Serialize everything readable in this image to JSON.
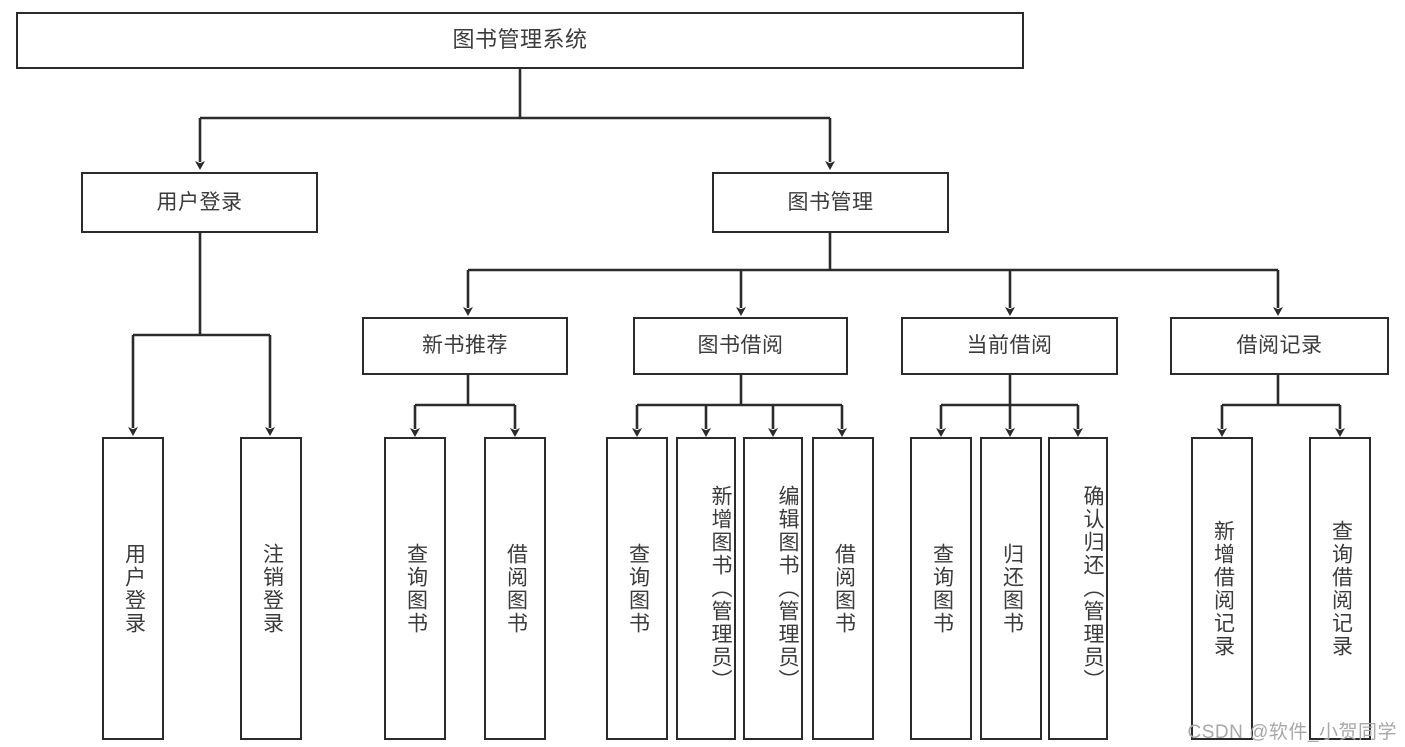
{
  "diagram": {
    "title": "图书管理系统",
    "type": "tree-hierarchy",
    "watermark": "CSDN @软件_小贺同学",
    "colors": {
      "stroke": "#2b2b2b",
      "fill": "#ffffff",
      "text": "#3b3b3b",
      "watermark": "#a8a8a8"
    },
    "levels": {
      "root": {
        "label": "图书管理系统"
      },
      "level2": [
        {
          "id": "user-login",
          "label": "用户登录"
        },
        {
          "id": "book-manage",
          "label": "图书管理"
        }
      ],
      "level3": [
        {
          "id": "new-book-recommend",
          "label": "新书推荐"
        },
        {
          "id": "book-borrow",
          "label": "图书借阅"
        },
        {
          "id": "current-borrow",
          "label": "当前借阅"
        },
        {
          "id": "borrow-record",
          "label": "借阅记录"
        }
      ],
      "leaves": [
        {
          "id": "leaf-user-login",
          "label": "用户登录",
          "parent": "user-login"
        },
        {
          "id": "leaf-logout-login",
          "label": "注销登录",
          "parent": "user-login"
        },
        {
          "id": "leaf-query-book-1",
          "label": "查询图书",
          "parent": "new-book-recommend"
        },
        {
          "id": "leaf-borrow-book-1",
          "label": "借阅图书",
          "parent": "new-book-recommend"
        },
        {
          "id": "leaf-query-book-2",
          "label": "查询图书",
          "parent": "book-borrow"
        },
        {
          "id": "leaf-add-book-admin",
          "label": "新增图书（管理员）",
          "parent": "book-borrow"
        },
        {
          "id": "leaf-edit-book-admin",
          "label": "编辑图书（管理员）",
          "parent": "book-borrow"
        },
        {
          "id": "leaf-borrow-book-2",
          "label": "借阅图书",
          "parent": "book-borrow"
        },
        {
          "id": "leaf-query-book-3",
          "label": "查询图书",
          "parent": "current-borrow"
        },
        {
          "id": "leaf-return-book",
          "label": "归还图书",
          "parent": "current-borrow"
        },
        {
          "id": "leaf-confirm-return-admin",
          "label": "确认归还（管理员）",
          "parent": "current-borrow"
        },
        {
          "id": "leaf-add-borrow-record",
          "label": "新增借阅记录",
          "parent": "borrow-record"
        },
        {
          "id": "leaf-query-borrow-record",
          "label": "查询借阅记录",
          "parent": "borrow-record"
        }
      ]
    }
  }
}
